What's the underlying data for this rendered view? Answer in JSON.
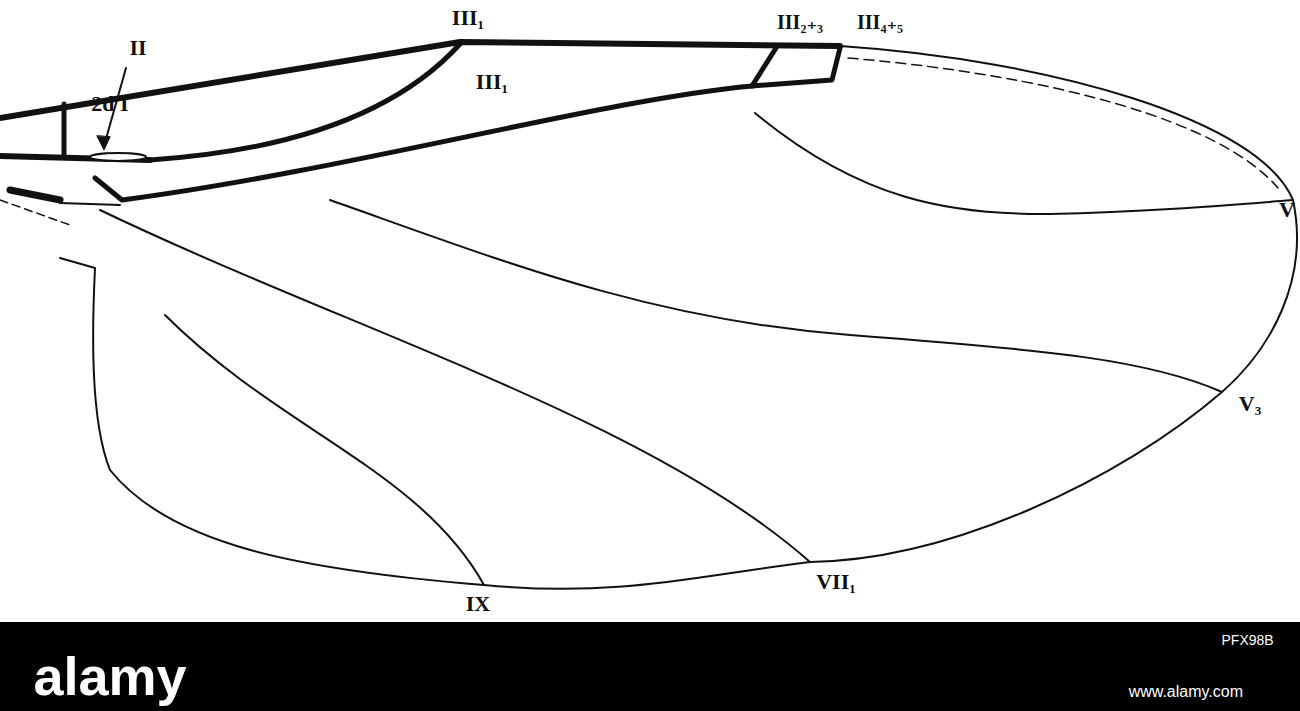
{
  "diagram": {
    "labels": [
      "III₁",
      "III₂₊₃",
      "III₄₊₅",
      "II",
      "2d I",
      "III₁",
      "V",
      "V₃",
      "VII₁",
      "IX",
      "alamy",
      "www.alamy.com",
      "PFX98B"
    ]
  }
}
